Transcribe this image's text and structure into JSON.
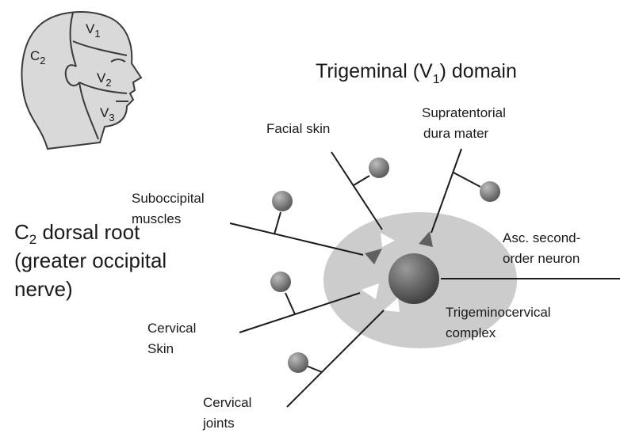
{
  "head_figure": {
    "c_label": "C",
    "c_sub": "2",
    "v_label": "V",
    "v1_sub": "1",
    "v2_sub": "2",
    "v3_sub": "3"
  },
  "title": {
    "prefix": "Trigeminal (V",
    "sub": "1",
    "suffix": ") domain"
  },
  "c2_root": {
    "c": "C",
    "sub": "2",
    "line1_rest": " dorsal root",
    "line2": "(greater occipital",
    "line3": "nerve)"
  },
  "labels": {
    "facial_skin": "Facial skin",
    "supratentorial_1": "Supratentorial",
    "supratentorial_2": "dura mater",
    "suboccipital_1": "Suboccipital",
    "suboccipital_2": "muscles",
    "asc_1": "Asc. second-",
    "asc_2": "order neuron",
    "cervical_skin_1": "Cervical",
    "cervical_skin_2": "Skin",
    "complex_1": "Trigeminocervical",
    "complex_2": "complex",
    "joints_1": "Cervical",
    "joints_2": "joints"
  },
  "colors": {
    "complex_fill": "#cccccc",
    "neuron_dark": "#3c3c3c",
    "neuron_light": "#9a9a9a",
    "ganglion_dark": "#555555",
    "ganglion_light": "#b8b8b8",
    "head_fill": "#d9d9d9"
  }
}
